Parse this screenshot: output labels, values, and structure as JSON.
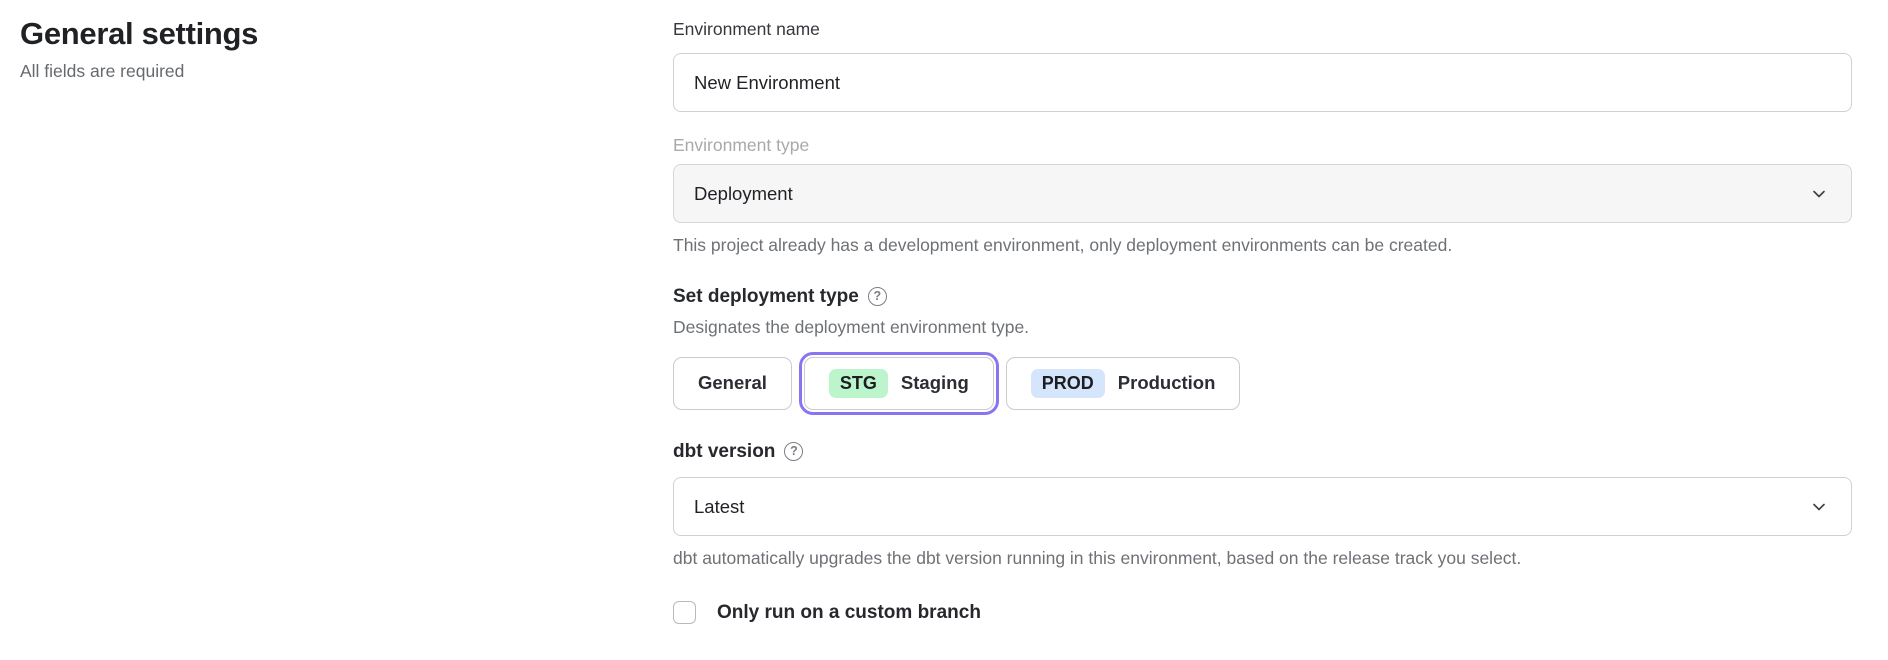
{
  "left_panel": {
    "title": "General settings",
    "subtitle": "All fields are required"
  },
  "form": {
    "environment_name": {
      "label": "Environment name",
      "value": "New Environment"
    },
    "environment_type": {
      "label": "Environment type",
      "value": "Deployment",
      "disabled": true,
      "helper": "This project already has a development environment, only deployment environments can be created."
    },
    "deployment_type": {
      "heading": "Set deployment type",
      "description": "Designates the deployment environment type.",
      "options": [
        {
          "label": "General",
          "badge": "",
          "selected": false
        },
        {
          "label": "Staging",
          "badge": "STG",
          "selected": true
        },
        {
          "label": "Production",
          "badge": "PROD",
          "selected": false
        }
      ]
    },
    "dbt_version": {
      "heading": "dbt version",
      "value": "Latest",
      "helper": "dbt automatically upgrades the dbt version running in this environment, based on the release track you select."
    },
    "custom_branch": {
      "label": "Only run on a custom branch",
      "checked": false
    }
  },
  "icons": {
    "help": "?",
    "chevron_down": "chevron-down"
  },
  "colors": {
    "accent_ring": "#8b74f2",
    "badge_staging": "#bcf5cb",
    "badge_production": "#d5e5fc",
    "disabled_field_bg": "#f6f6f7",
    "border": "#cfd1d5"
  }
}
